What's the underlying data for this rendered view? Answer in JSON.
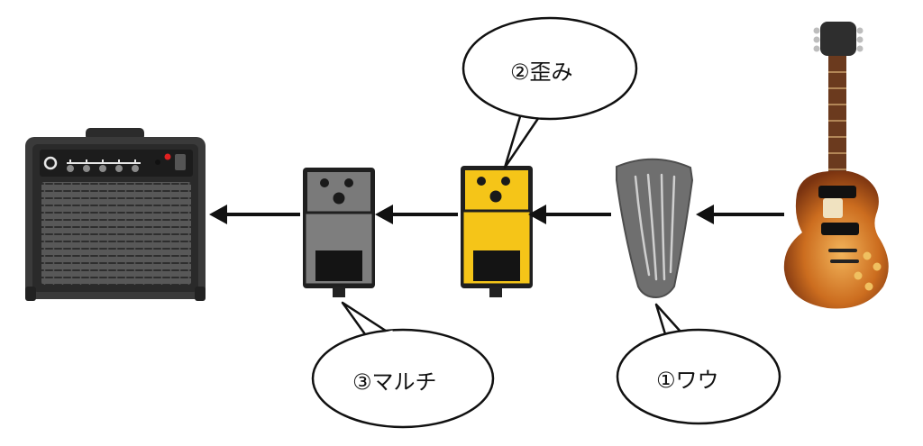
{
  "diagram": {
    "signal_order": [
      "guitar",
      "wah-pedal",
      "distortion-pedal",
      "multi-effects-pedal",
      "amplifier"
    ],
    "bubbles": {
      "wah": "①ワウ",
      "distortion": "②歪み",
      "multi": "③マルチ"
    },
    "colors": {
      "arrow": "#111111",
      "distortion_pedal": "#f5c518",
      "multi_pedal": "#7a7a7a",
      "wah_pedal": "#6f6f6f",
      "amp_body": "#3a3a3a",
      "guitar_body": "#c56a1f",
      "guitar_neck": "#6b3a1e"
    },
    "icons": [
      "guitar-icon",
      "wah-pedal-icon",
      "distortion-pedal-icon",
      "multi-effects-pedal-icon",
      "amplifier-icon"
    ]
  }
}
